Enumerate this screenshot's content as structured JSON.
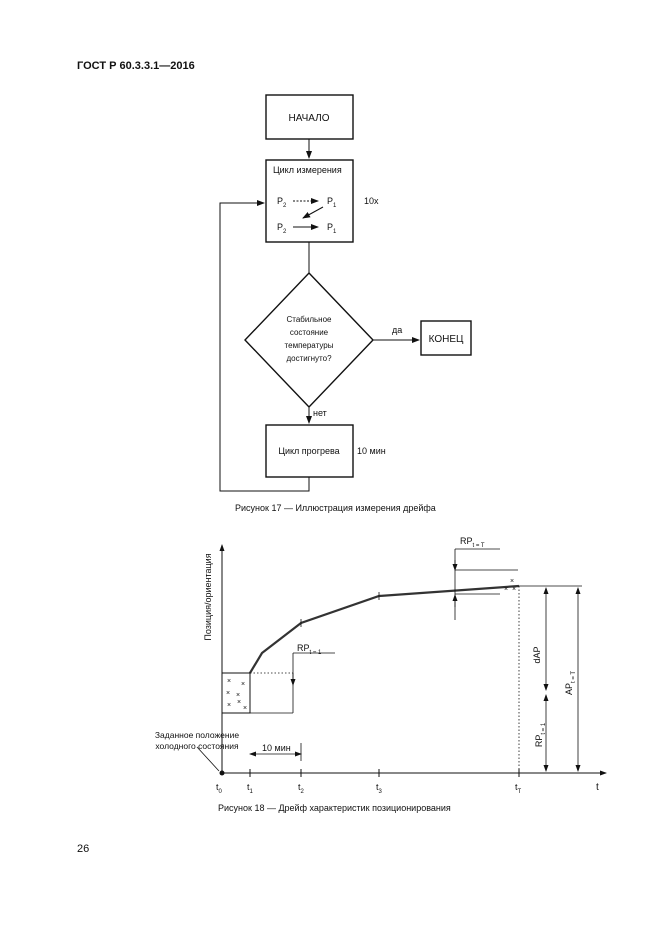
{
  "header": {
    "standard": "ГОСТ Р 60.3.3.1—2016"
  },
  "figure17": {
    "start": "НАЧАЛО",
    "measure_title": "Цикл измерения",
    "p1": "P",
    "p2": "P",
    "sub1": "1",
    "sub2": "2",
    "repeat": "10x",
    "decision_lines": [
      "Стабильное",
      "состояние",
      "температуры",
      "достигнуто?"
    ],
    "yes": "да",
    "no": "нет",
    "end": "КОНЕЦ",
    "warmup": "Цикл прогрева",
    "warmup_time": "10 мин",
    "caption": "Рисунок 17 — Иллюстрация измерения дрейфа"
  },
  "figure18": {
    "ylabel": "Позиция/ориентация",
    "xlabel": "t",
    "ticks": [
      {
        "base": "t",
        "sub": "0"
      },
      {
        "base": "t",
        "sub": "1"
      },
      {
        "base": "t",
        "sub": "2"
      },
      {
        "base": "t",
        "sub": "3"
      },
      {
        "base": "t",
        "sub": "T"
      }
    ],
    "rp_t1": {
      "base": "RP",
      "sub": "t = 1"
    },
    "rp_tT": {
      "base": "RP",
      "sub": "t = T"
    },
    "dap": "dAP",
    "ap_tT": {
      "base": "AP",
      "sub": "t = T"
    },
    "ten_min": "10 мин",
    "cold_label": [
      "Заданное положение",
      "холодного состояния"
    ],
    "caption": "Рисунок 18 — Дрейф характеристик позиционирования"
  },
  "page_number": "26"
}
